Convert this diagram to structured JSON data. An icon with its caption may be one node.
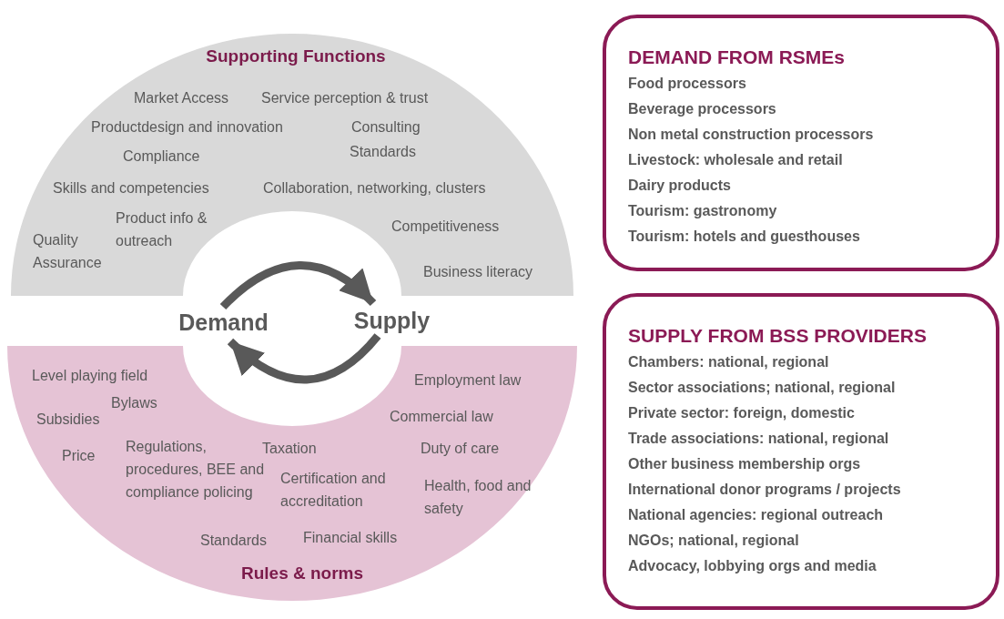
{
  "diagram": {
    "nodes": [
      {
        "text": [
          "Supporting Functions",
          "Market Access",
          "Service perception & trust",
          "Productdesign and innovation",
          "Consulting",
          "Compliance",
          "Standards",
          "Skills and competencies",
          "Collaboration, networking, clusters",
          "Product info & outreach",
          "Quality Assurance",
          "Competitiveness",
          "Business literacy"
        ]
      },
      {
        "text": [
          "Demand"
        ]
      },
      {
        "text": [
          "Supply"
        ]
      },
      {
        "text": [
          "Rules & norms",
          "Level playing field",
          "Bylaws",
          "Subsidies",
          "Price",
          "Regulations, procedures, BEE and compliance policing",
          "Taxation",
          "Certification and accreditation",
          "Employment law",
          "Commercial law",
          "Duty of care",
          "Health, food and safety",
          "Standards",
          "Financial skills"
        ]
      },
      {
        "text": [
          "DEMAND FROM RSMEs",
          "Food processors",
          "Beverage processors",
          "Non metal construction processors",
          "Livestock: wholesale and retail",
          "Dairy products",
          "Tourism: gastronomy",
          "Tourism: hotels and guesthouses"
        ]
      },
      {
        "text": [
          "SUPPLY FROM BSS PROVIDERS",
          "Chambers: national, regional",
          "Sector associations; national, regional",
          "Private sector: foreign, domestic",
          "Trade associations: national, regional",
          "Other business membership orgs",
          "International donor programs / projects",
          "National agencies: regional outreach",
          "NGOs; national, regional",
          "Advocacy, lobbying orgs and media"
        ]
      }
    ],
    "edges": [
      {
        "from": 1,
        "to": 2,
        "arrow": "to"
      },
      {
        "from": 2,
        "to": 1,
        "arrow": "to"
      }
    ]
  }
}
